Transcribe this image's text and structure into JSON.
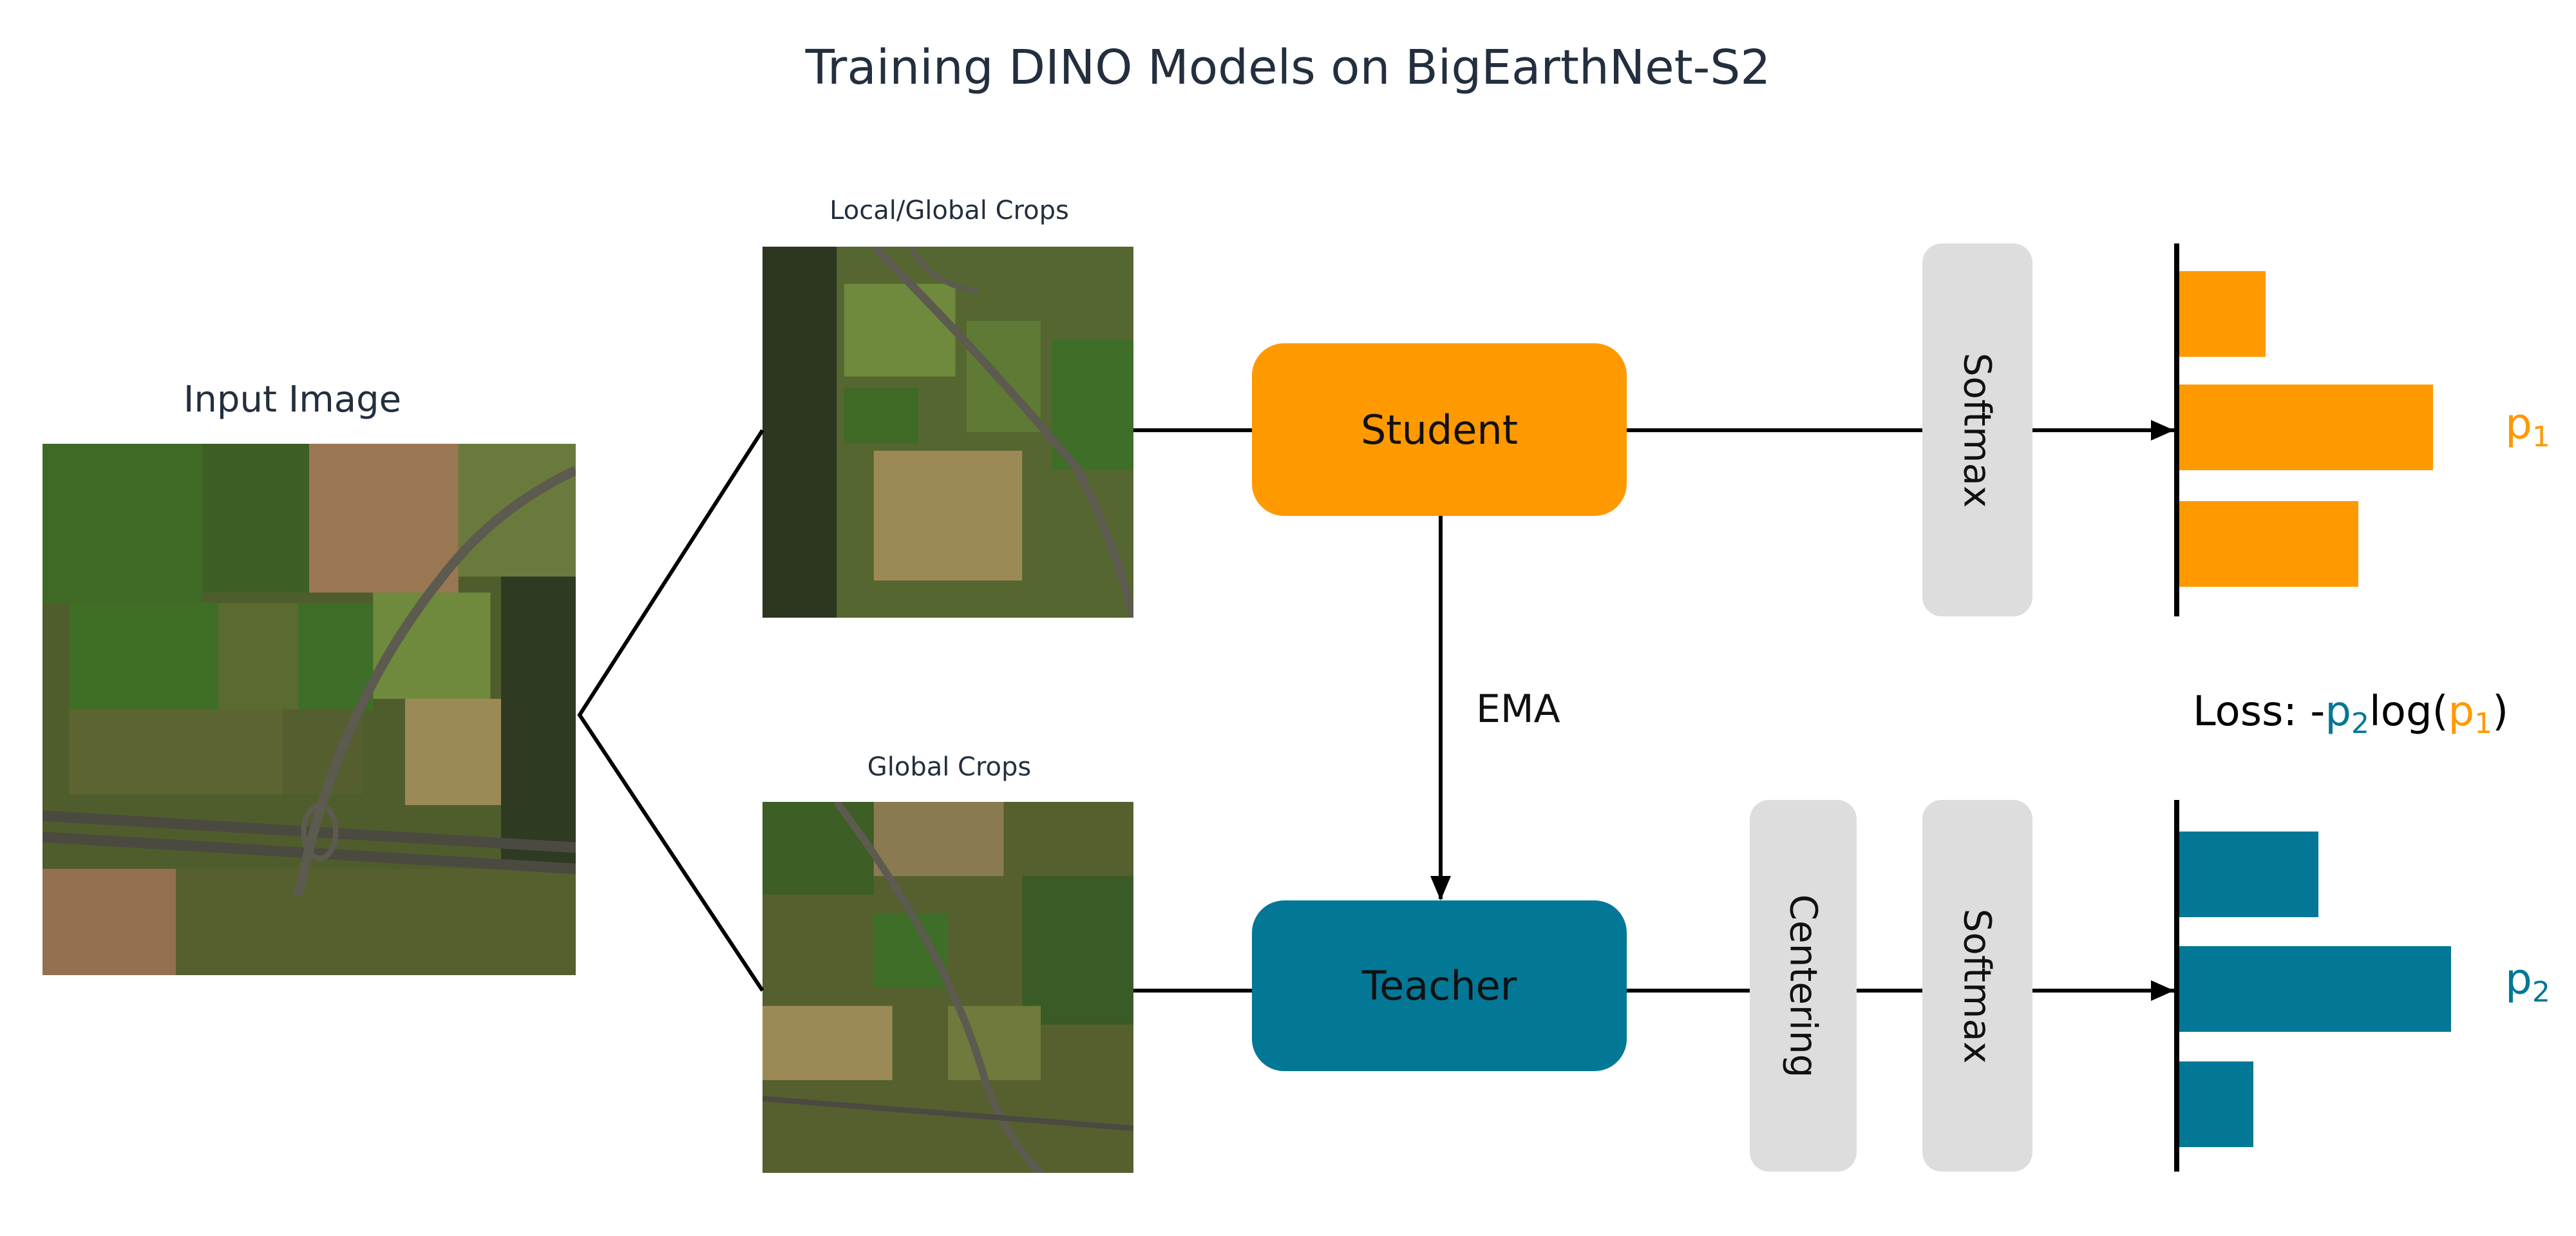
{
  "title": "Training DINO Models on BigEarthNet-S2",
  "input_label": "Input Image",
  "crop_top_label": "Local/Global Crops",
  "crop_bottom_label": "Global Crops",
  "student": {
    "label": "Student",
    "color": "#FF9900"
  },
  "teacher": {
    "label": "Teacher",
    "color": "#037796"
  },
  "ema_label": "EMA",
  "softmax_label": "Softmax",
  "centering_label": "Centering",
  "p1": {
    "base": "p",
    "sub": "1",
    "values": [
      0.28,
      0.82,
      0.58
    ]
  },
  "p2": {
    "base": "p",
    "sub": "2",
    "values": [
      0.45,
      0.88,
      0.24
    ]
  },
  "loss": {
    "prefix": "Loss: -",
    "p2": "p",
    "p2_sub": "2",
    "mid": "log(",
    "p1": "p",
    "p1_sub": "1",
    "suffix": ")"
  }
}
